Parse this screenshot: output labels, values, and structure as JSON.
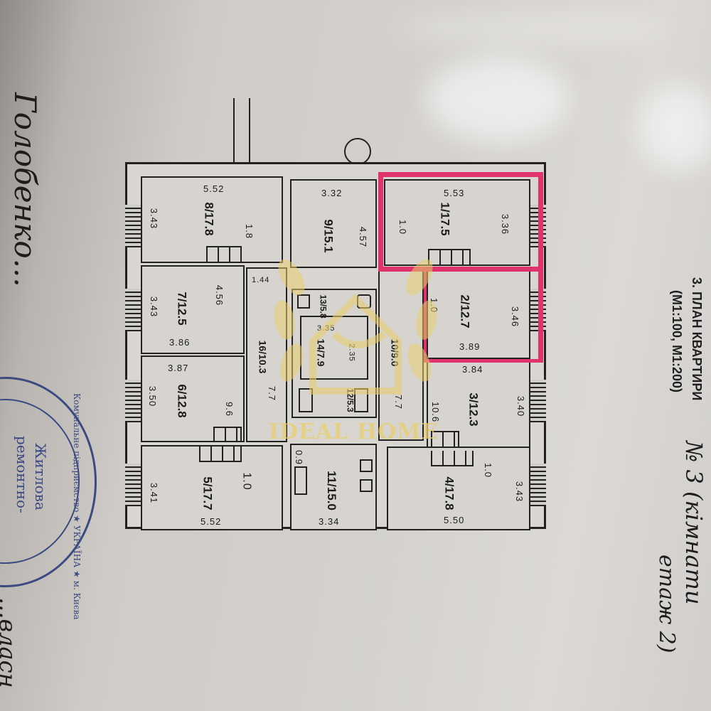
{
  "document": {
    "title": "3. ПЛАН КВАРТИРИ",
    "scale": "(М1:100, М1:200)",
    "handwritten_note": "№ 3 (кімнати",
    "handwritten_note_2": "етаж 2)",
    "left_handwriting": "Голобенко...",
    "left_handwriting_2": "...власн"
  },
  "stamp": {
    "outer_text": "Комунальне підприємство ★ УКРАЇНА ★ м. Києва",
    "inner_line_1": "Житлова",
    "inner_line_2": "ремонтно-"
  },
  "watermark": {
    "brand": "IDEAL HOME"
  },
  "highlight_color": "#e0336e",
  "rooms": [
    {
      "id": "8",
      "area": "17.8",
      "label": "8/17.8",
      "width": "5.52",
      "depth": "3.43",
      "extra": "1.8"
    },
    {
      "id": "9",
      "area": "15.1",
      "label": "9/15.1",
      "width": "3.32",
      "depth": "4.57"
    },
    {
      "id": "1",
      "area": "17.5",
      "label": "1/17.5",
      "width": "5.53",
      "depth": "3.36",
      "extra": "1.0",
      "highlighted": true
    },
    {
      "id": "7",
      "area": "12.5",
      "label": "7/12.5",
      "width": "3.86",
      "depth": "3.43",
      "extra": "4.56"
    },
    {
      "id": "2",
      "area": "12.7",
      "label": "2/12.7",
      "width": "3.89",
      "depth": "3.46",
      "extra": "1.0",
      "highlighted": true
    },
    {
      "id": "6",
      "area": "12.8",
      "label": "6/12.8",
      "width": "3.87",
      "depth": "3.50",
      "extra": "9.6"
    },
    {
      "id": "3",
      "area": "12.3",
      "label": "3/12.3",
      "width": "3.84",
      "depth": "3.40",
      "extra": "10.6"
    },
    {
      "id": "5",
      "area": "17.7",
      "label": "5/17.7",
      "width": "5.52",
      "depth": "3.41",
      "extra": "1.0"
    },
    {
      "id": "11",
      "area": "15.0",
      "label": "11/15.0",
      "width": "3.34",
      "extra": "0.9"
    },
    {
      "id": "4",
      "area": "17.8",
      "label": "4/17.8",
      "width": "5.50",
      "depth": "3.43",
      "extra": "1.0"
    },
    {
      "id": "16",
      "area": "10.3",
      "label": "16/10.3",
      "extra": "7.7",
      "corridor_width": "1.44"
    },
    {
      "id": "10",
      "area": "9.0",
      "label": "10/9.0",
      "extra": "7.7"
    },
    {
      "id": "14",
      "area": "7.9",
      "label": "14/7.9",
      "width": "3.35",
      "extra": "2.35"
    },
    {
      "id": "13",
      "area": "5.8",
      "label": "13/5.8"
    },
    {
      "id": "12",
      "area": "5.3",
      "label": "12/5.3"
    }
  ]
}
